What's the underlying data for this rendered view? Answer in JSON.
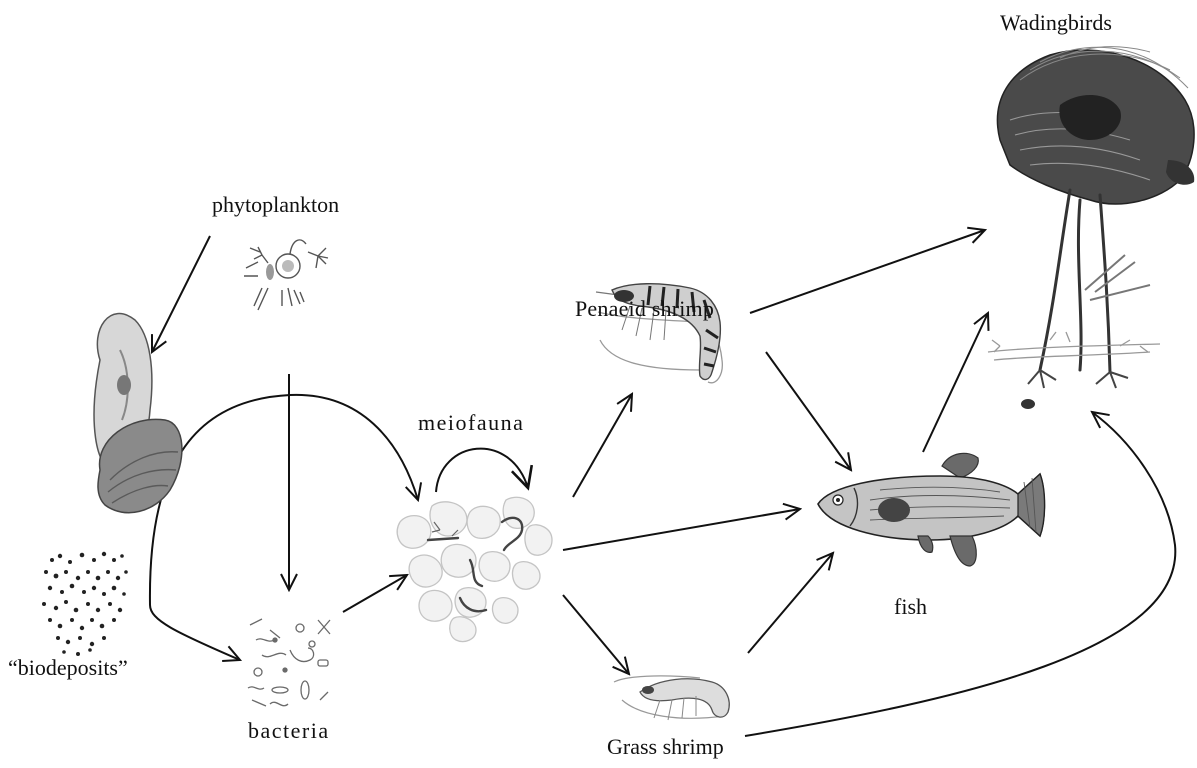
{
  "diagram": {
    "type": "food-web",
    "nodes": {
      "phytoplankton": {
        "label": "phytoplankton",
        "icon": "phytoplankton-icon"
      },
      "oyster": {
        "label": "",
        "icon": "oyster-icon"
      },
      "biodeposits": {
        "label": "“biodeposits”",
        "icon": "biodeposits-icon"
      },
      "bacteria": {
        "label": "bacteria",
        "icon": "bacteria-icon"
      },
      "meiofauna": {
        "label": "meiofauna",
        "icon": "meiofauna-icon"
      },
      "penaeid_shrimp": {
        "label": "Penaeid shrimp",
        "icon": "penaeid-shrimp-icon"
      },
      "grass_shrimp": {
        "label": "Grass shrimp",
        "icon": "grass-shrimp-icon"
      },
      "fish": {
        "label": "fish",
        "icon": "fish-icon"
      },
      "wading_birds": {
        "label": "Wadingbirds",
        "icon": "wading-bird-icon"
      }
    },
    "edges": [
      {
        "from": "phytoplankton",
        "to": "oyster"
      },
      {
        "from": "phytoplankton",
        "to": "bacteria"
      },
      {
        "from": "oyster",
        "to": "meiofauna"
      },
      {
        "from": "biodeposits",
        "to": "bacteria"
      },
      {
        "from": "bacteria",
        "to": "meiofauna"
      },
      {
        "from": "meiofauna",
        "to": "meiofauna"
      },
      {
        "from": "meiofauna",
        "to": "penaeid_shrimp"
      },
      {
        "from": "meiofauna",
        "to": "fish"
      },
      {
        "from": "meiofauna",
        "to": "grass_shrimp"
      },
      {
        "from": "penaeid_shrimp",
        "to": "wading_birds"
      },
      {
        "from": "penaeid_shrimp",
        "to": "fish"
      },
      {
        "from": "grass_shrimp",
        "to": "fish"
      },
      {
        "from": "grass_shrimp",
        "to": "wading_birds"
      },
      {
        "from": "fish",
        "to": "wading_birds"
      }
    ]
  },
  "colors": {
    "background": "#ffffff",
    "ink": "#111111",
    "sketch": "#555555",
    "light_sketch": "#999999"
  }
}
